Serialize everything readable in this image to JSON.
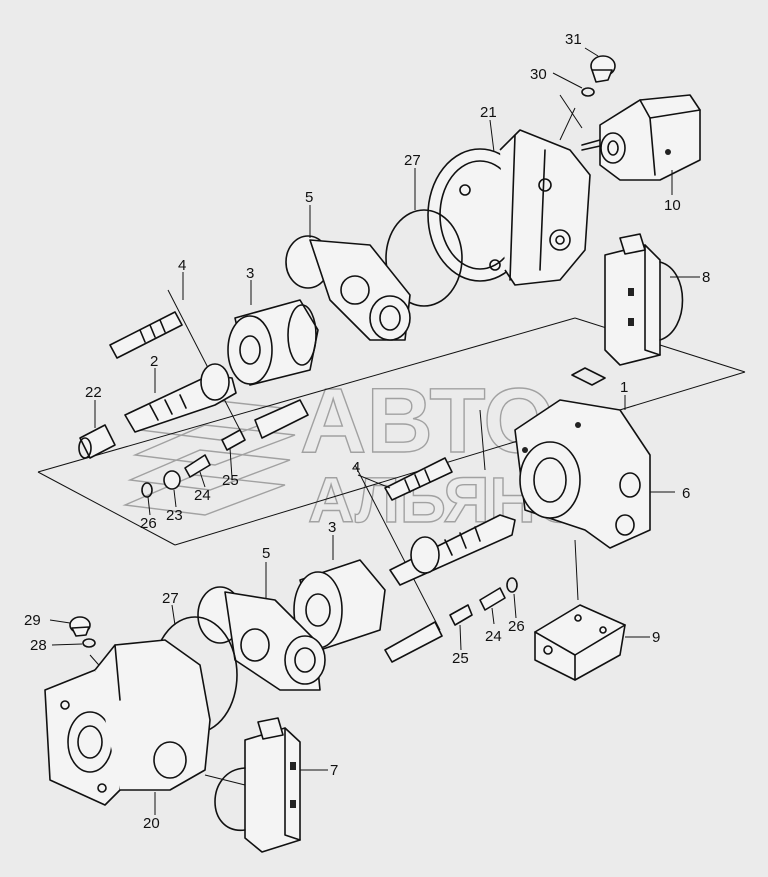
{
  "watermark": {
    "line1": "АВТО",
    "line2": "АЛЬЯНС"
  },
  "callouts": [
    {
      "id": "c31",
      "label": "31"
    },
    {
      "id": "c30",
      "label": "30"
    },
    {
      "id": "c21",
      "label": "21"
    },
    {
      "id": "c27a",
      "label": "27"
    },
    {
      "id": "c10",
      "label": "10"
    },
    {
      "id": "c5a",
      "label": "5"
    },
    {
      "id": "c4a",
      "label": "4"
    },
    {
      "id": "c3a",
      "label": "3"
    },
    {
      "id": "c8",
      "label": "8"
    },
    {
      "id": "c2",
      "label": "2"
    },
    {
      "id": "c22",
      "label": "22"
    },
    {
      "id": "c1",
      "label": "1"
    },
    {
      "id": "c24a",
      "label": "24"
    },
    {
      "id": "c25a",
      "label": "25"
    },
    {
      "id": "c26a",
      "label": "26"
    },
    {
      "id": "c23",
      "label": "23"
    },
    {
      "id": "c4b",
      "label": "4"
    },
    {
      "id": "c6",
      "label": "6"
    },
    {
      "id": "c3b",
      "label": "3"
    },
    {
      "id": "c5b",
      "label": "5"
    },
    {
      "id": "c27b",
      "label": "27"
    },
    {
      "id": "c29",
      "label": "29"
    },
    {
      "id": "c28",
      "label": "28"
    },
    {
      "id": "c24b",
      "label": "24"
    },
    {
      "id": "c26b",
      "label": "26"
    },
    {
      "id": "c25b",
      "label": "25"
    },
    {
      "id": "c9",
      "label": "9"
    },
    {
      "id": "c7",
      "label": "7"
    },
    {
      "id": "c20",
      "label": "20"
    }
  ]
}
